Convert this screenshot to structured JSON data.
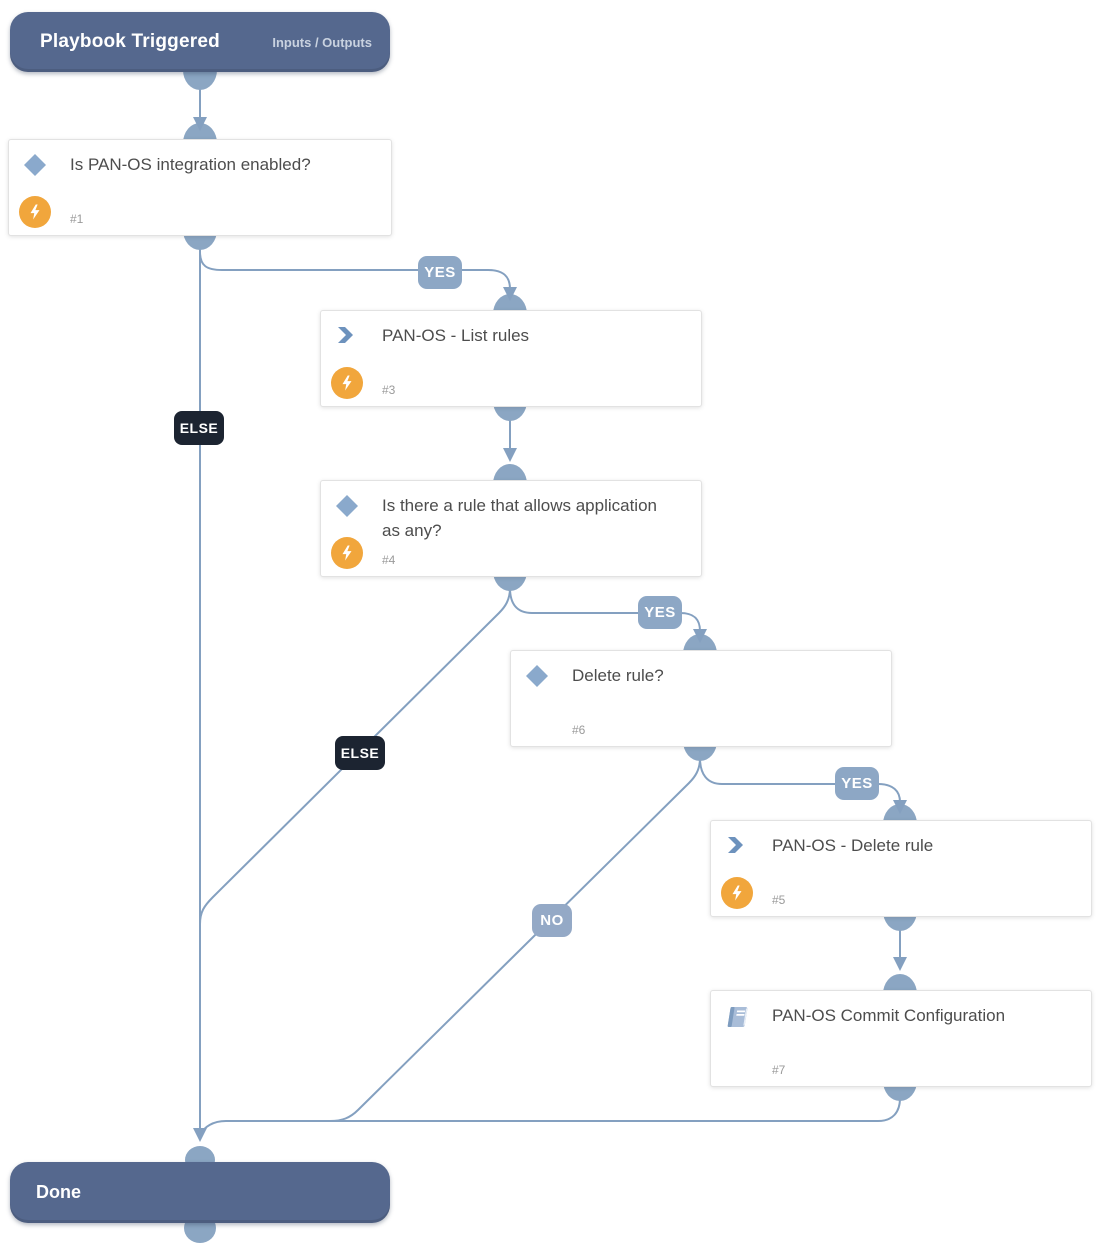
{
  "start": {
    "title": "Playbook Triggered",
    "io_label": "Inputs / Outputs"
  },
  "end": {
    "title": "Done"
  },
  "nodes": {
    "n1": {
      "title": "Is PAN-OS integration enabled?",
      "number": "#1",
      "type": "condition"
    },
    "n3": {
      "title": "PAN-OS - List rules",
      "number": "#3",
      "type": "sub-playbook"
    },
    "n4": {
      "title": "Is there a rule that allows application as any?",
      "number": "#4",
      "type": "condition"
    },
    "n6": {
      "title": "Delete rule?",
      "number": "#6",
      "type": "condition"
    },
    "n5": {
      "title": "PAN-OS - Delete rule",
      "number": "#5",
      "type": "sub-playbook"
    },
    "n7": {
      "title": "PAN-OS Commit Configuration",
      "number": "#7",
      "type": "task"
    }
  },
  "edge_labels": {
    "yes_1": "YES",
    "else_1": "ELSE",
    "yes_2": "YES",
    "else_2": "ELSE",
    "yes_3": "YES",
    "no_1": "NO"
  },
  "icons": {
    "condition": "diamond-icon",
    "sub_playbook": "chevron-double-right-icon",
    "task": "book-icon",
    "automation": "lightning-bolt-icon"
  },
  "colors": {
    "pill_bg": "#55688e",
    "edge_line": "#84a0c0",
    "connector_cap": "#8ba6c3",
    "yes_label_bg": "#8da7c5",
    "no_label_bg": "#94a9c6",
    "else_label_bg": "#1c2431",
    "bolt_bg": "#f1a63c",
    "diamond": "#8aa9cc",
    "chevron": "#6d92bd",
    "title_text": "#4d4d4d",
    "number_text": "#9a9a9a"
  }
}
